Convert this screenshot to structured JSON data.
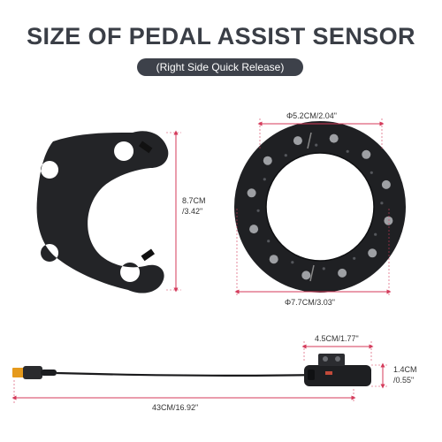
{
  "header": {
    "title": "SIZE OF PEDAL ASSIST SENSOR",
    "subtitle": "(Right Side Quick Release)"
  },
  "dimensions": {
    "bracket_height_cm": "8.7CM",
    "bracket_height_in": "/3.42\"",
    "disc_inner_diameter": "Φ5.2CM/2.04\"",
    "disc_outer_diameter": "Φ7.7CM/3.03\"",
    "sensor_width": "4.5CM/1.77\"",
    "sensor_height_cm": "1.4CM",
    "sensor_height_in": "/0.55\"",
    "cable_length": "43CM/16.92\""
  },
  "colors": {
    "title": "#3a3e46",
    "pill_bg": "#3d414a",
    "dimension_line": "#d43a5a",
    "part": "#1e1f22"
  }
}
